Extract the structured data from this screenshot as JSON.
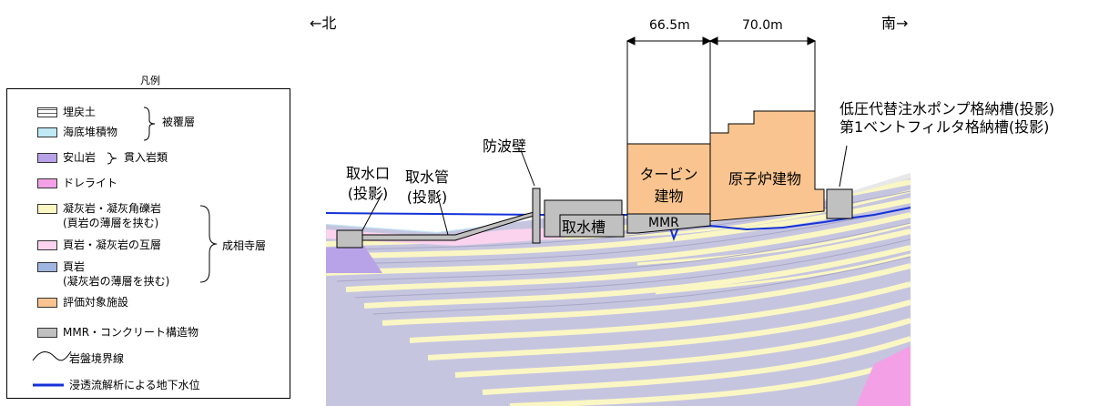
{
  "directions": {
    "north": "←北",
    "south": "南→"
  },
  "dimensions": {
    "left": "66.5m",
    "right": "70.0m"
  },
  "labels": {
    "intake_mouth": [
      "取水口",
      "(投影)"
    ],
    "intake_pipe": [
      "取水管",
      "(投影)"
    ],
    "breakwater": "防波壁",
    "intake_tank": "取水槽",
    "turbine": [
      "タービン",
      "建物"
    ],
    "reactor": "原子炉建物",
    "mmr": "MMR",
    "pump_tank": [
      "低圧代替注水ポンプ格納槽(投影)",
      "第1ベントフィルタ格納槽(投影)"
    ]
  },
  "legend": {
    "title": "凡例",
    "items": [
      {
        "label": "埋戻土",
        "color": "#ffffff"
      },
      {
        "label": "海底堆積物",
        "color": "#bfe9f5"
      },
      {
        "label": "安山岩",
        "color": "#b9a3e8"
      },
      {
        "label": "ドレライト",
        "color": "#f3a0e6"
      },
      {
        "label": "凝灰岩・凝灰角礫岩",
        "sub": "(頁岩の薄層を挟む)",
        "color": "#fbf7c4"
      },
      {
        "label": "頁岩・凝灰岩の互層",
        "color": "#fbd3ee"
      },
      {
        "label": "頁岩",
        "sub": "(凝灰岩の薄層を挟む)",
        "color": "#9fb6e0"
      },
      {
        "label": "評価対象施設",
        "color": "#f9c48f"
      },
      {
        "label": "MMR・コンクリート構造物",
        "color": "#c0c0c0"
      },
      {
        "label": "岩盤境界線",
        "color": "#000000"
      },
      {
        "label": "浸透流解析による地下水位",
        "color": "#1432d8"
      }
    ],
    "groups": {
      "cover": "被覆層",
      "intrusive": "貫入岩類",
      "formation": "成相寺層"
    }
  }
}
